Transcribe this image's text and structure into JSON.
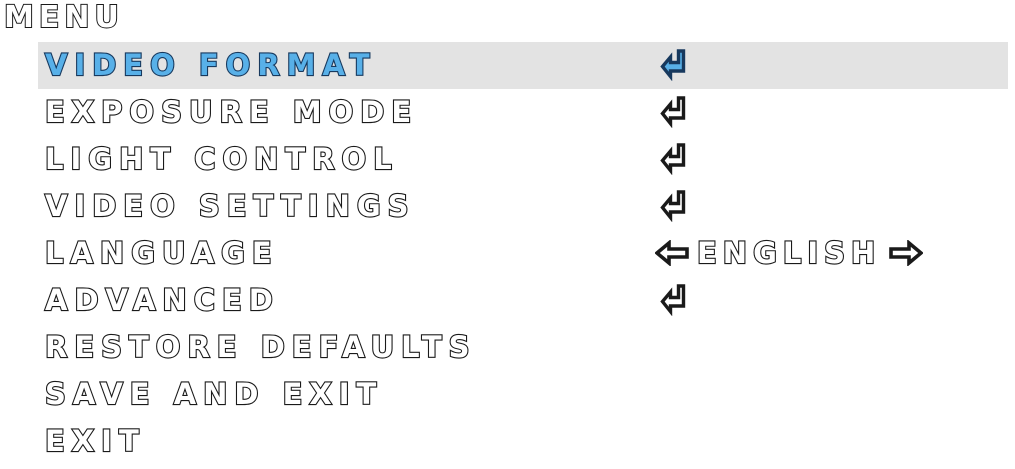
{
  "screen": {
    "title": "MENU",
    "background_color": "#ffffff",
    "highlight_color": "#e3e3e3",
    "text_outline_color": "#1a1a1a",
    "text_fill_color": "#ffffff",
    "selected_text_fill_color": "#58b0e8",
    "selected_text_outline_color": "#17395e"
  },
  "menu": {
    "items": [
      {
        "label": "VIDEO FORMAT",
        "value_type": "submenu",
        "value_text": "",
        "icon": "enter-arrow-icon",
        "selected": true
      },
      {
        "label": "EXPOSURE MODE",
        "value_type": "submenu",
        "value_text": "",
        "icon": "enter-arrow-icon",
        "selected": false
      },
      {
        "label": "LIGHT CONTROL",
        "value_type": "submenu",
        "value_text": "",
        "icon": "enter-arrow-icon",
        "selected": false
      },
      {
        "label": "VIDEO SETTINGS",
        "value_type": "submenu",
        "value_text": "",
        "icon": "enter-arrow-icon",
        "selected": false
      },
      {
        "label": "LANGUAGE",
        "value_type": "selector",
        "value_text": "ENGLISH",
        "icon": "",
        "selected": false
      },
      {
        "label": "ADVANCED",
        "value_type": "submenu",
        "value_text": "",
        "icon": "enter-arrow-icon",
        "selected": false
      },
      {
        "label": "RESTORE DEFAULTS",
        "value_type": "none",
        "value_text": "",
        "icon": "",
        "selected": false
      },
      {
        "label": "SAVE AND EXIT",
        "value_type": "none",
        "value_text": "",
        "icon": "",
        "selected": false
      },
      {
        "label": "EXIT",
        "value_type": "none",
        "value_text": "",
        "icon": "",
        "selected": false
      }
    ]
  }
}
